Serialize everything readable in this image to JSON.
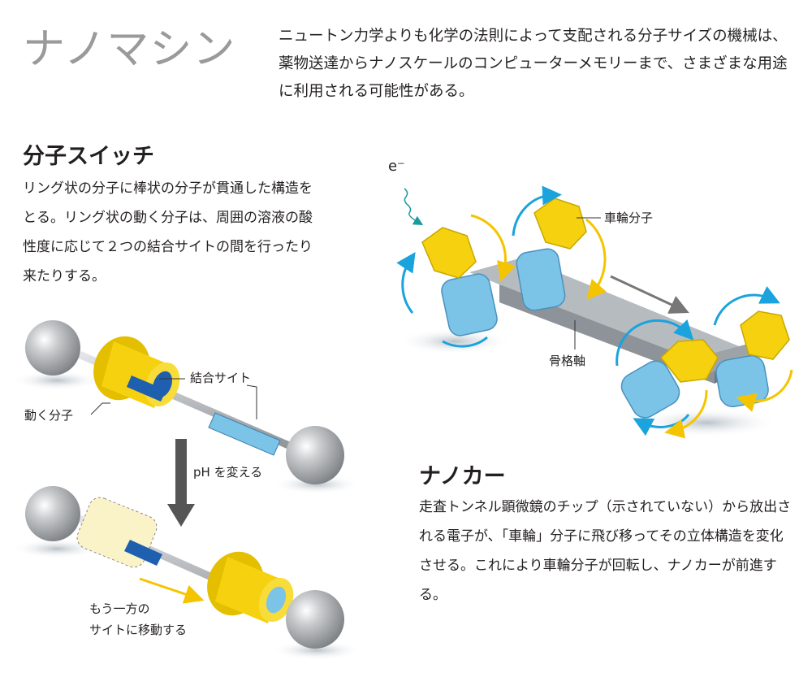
{
  "header": {
    "title": "ナノマシン",
    "intro": "ニュートン力学よりも化学の法則によって支配される分子サイズの機械は、薬物送達からナノスケールのコンピューターメモリーまで、さまざまな用途に利用される可能性がある。"
  },
  "switch": {
    "title": "分子スイッチ",
    "body": "リング状の分子に棒状の分子が貫通した構造をとる。リング状の動く分子は、周囲の溶液の酸性度に応じて２つの結合サイトの間を行ったり来たりする。",
    "label_binding_site": "結合サイト",
    "label_moving_molecule": "動く分子",
    "label_change_ph": "pH を変える",
    "label_move_line1": "もう一方の",
    "label_move_line2": "サイトに移動する"
  },
  "nanocar": {
    "electron_label": "e⁻",
    "label_wheel": "車輪分子",
    "label_axle": "骨格軸",
    "title": "ナノカー",
    "body": "走査トンネル顕微鏡のチップ（示されていない）から放出される電子が、「車輪」分子に飛び移ってその立体構造を変化させる。これにより車輪分子が回転し、ナノカーが前進する。"
  },
  "colors": {
    "yellow": "#f5d10f",
    "blue": "#7cc3e8",
    "dark_blue": "#1f5fb0",
    "gray": "#9ea3a8",
    "cyan_arrow": "#1aa3dd",
    "yellow_arrow": "#f5c400"
  }
}
